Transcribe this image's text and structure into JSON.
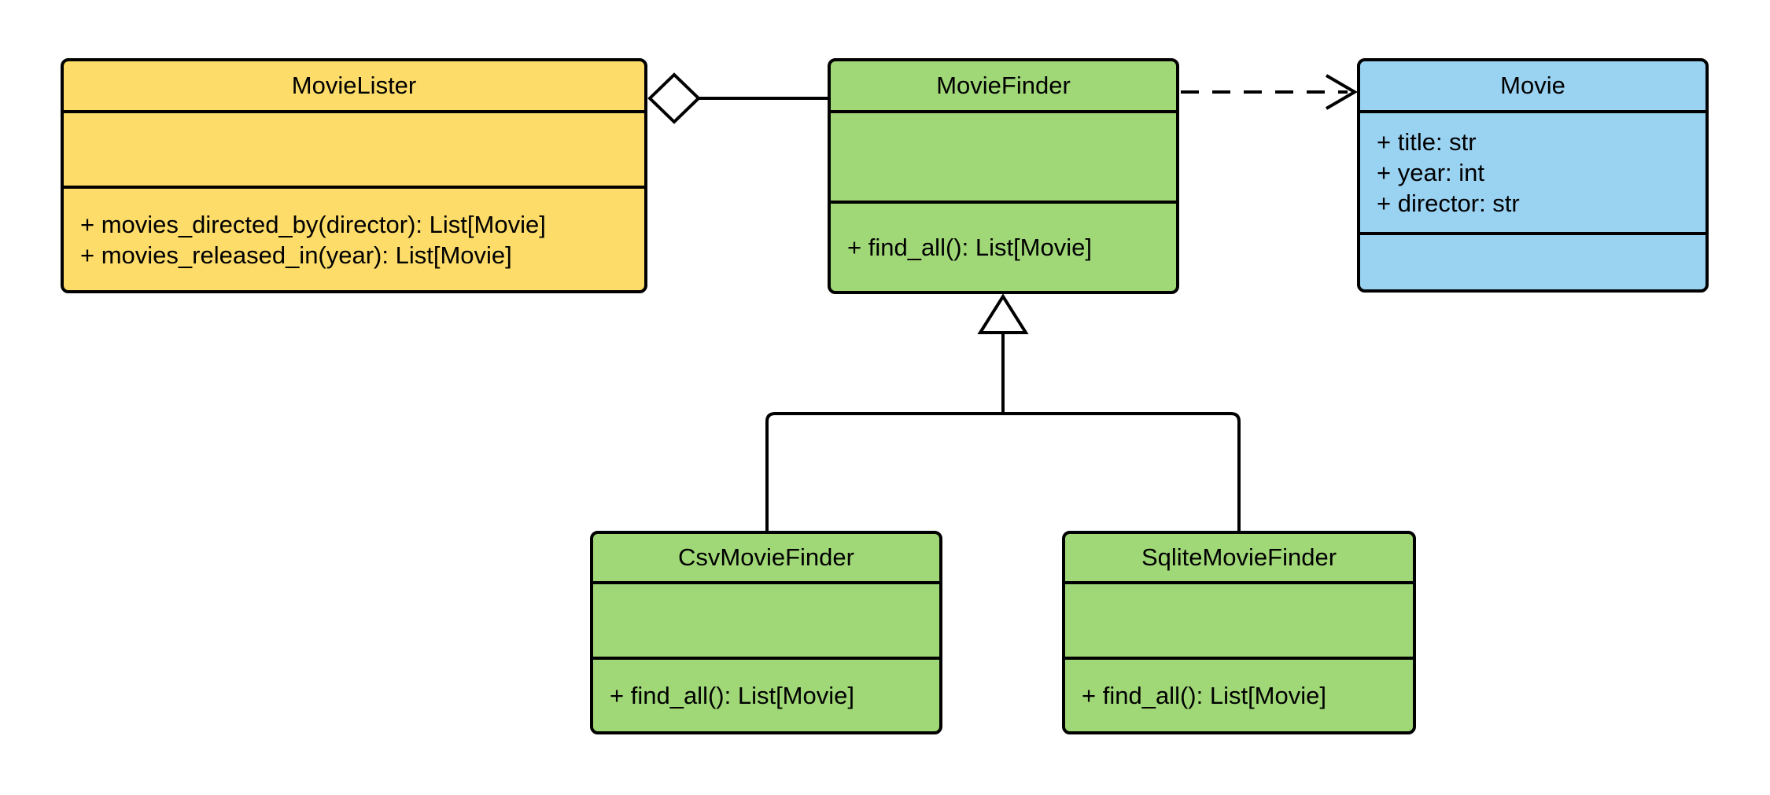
{
  "diagram": {
    "type": "uml-class-diagram",
    "background_color": "#FFFFFF",
    "stroke_color": "#000000",
    "classes": [
      {
        "name": "MovieLister",
        "fill": "#FDDC69",
        "attributes": [],
        "methods": [
          "+ movies_directed_by(director): List[Movie]",
          "+ movies_released_in(year): List[Movie]"
        ]
      },
      {
        "name": "MovieFinder",
        "fill": "#A0D877",
        "attributes": [],
        "methods": [
          "+ find_all(): List[Movie]"
        ]
      },
      {
        "name": "Movie",
        "fill": "#9AD2F2",
        "attributes": [
          "+ title: str",
          "+ year: int",
          "+ director: str"
        ],
        "methods": []
      },
      {
        "name": "CsvMovieFinder",
        "fill": "#A0D877",
        "attributes": [],
        "methods": [
          "+ find_all(): List[Movie]"
        ]
      },
      {
        "name": "SqliteMovieFinder",
        "fill": "#A0D877",
        "attributes": [],
        "methods": [
          "+ find_all(): List[Movie]"
        ]
      }
    ],
    "relationships": [
      {
        "type": "aggregation",
        "from": "MovieLister",
        "to": "MovieFinder",
        "line": "solid",
        "marker": "open-diamond"
      },
      {
        "type": "dependency",
        "from": "MovieFinder",
        "to": "Movie",
        "line": "dashed",
        "marker": "open-arrow"
      },
      {
        "type": "inheritance",
        "from": "CsvMovieFinder",
        "to": "MovieFinder",
        "line": "solid",
        "marker": "hollow-triangle"
      },
      {
        "type": "inheritance",
        "from": "SqliteMovieFinder",
        "to": "MovieFinder",
        "line": "solid",
        "marker": "hollow-triangle"
      }
    ]
  }
}
